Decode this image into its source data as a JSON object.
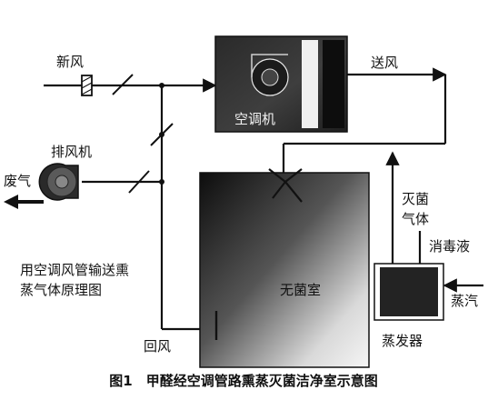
{
  "labels": {
    "fresh_air": "新风",
    "supply_air": "送风",
    "ac_unit": "空调机",
    "exhaust_fan": "排风机",
    "waste_gas": "废气",
    "sterile_room": "无菌室",
    "sterilizing_gas_line1": "灭菌",
    "sterilizing_gas_line2": "气体",
    "disinfectant": "消毒液",
    "steam": "蒸汽",
    "evaporator": "蒸发器",
    "return_air": "回风",
    "principle_line1": "用空调风管输送熏",
    "principle_line2": "蒸气体原理图"
  },
  "caption": "图1　甲醛经空调管路熏蒸灭菌洁净室示意图",
  "colors": {
    "line": "#111111",
    "room_dark": "#1a1a1a",
    "room_light": "#f2f2f2",
    "evaporator_fill": "#222222"
  },
  "icons": {
    "fan": "centrifugal-fan-icon",
    "damper": "damper-icon",
    "filter": "filter-icon",
    "outlet": "air-outlet-icon",
    "arrow": "arrow-icon"
  }
}
